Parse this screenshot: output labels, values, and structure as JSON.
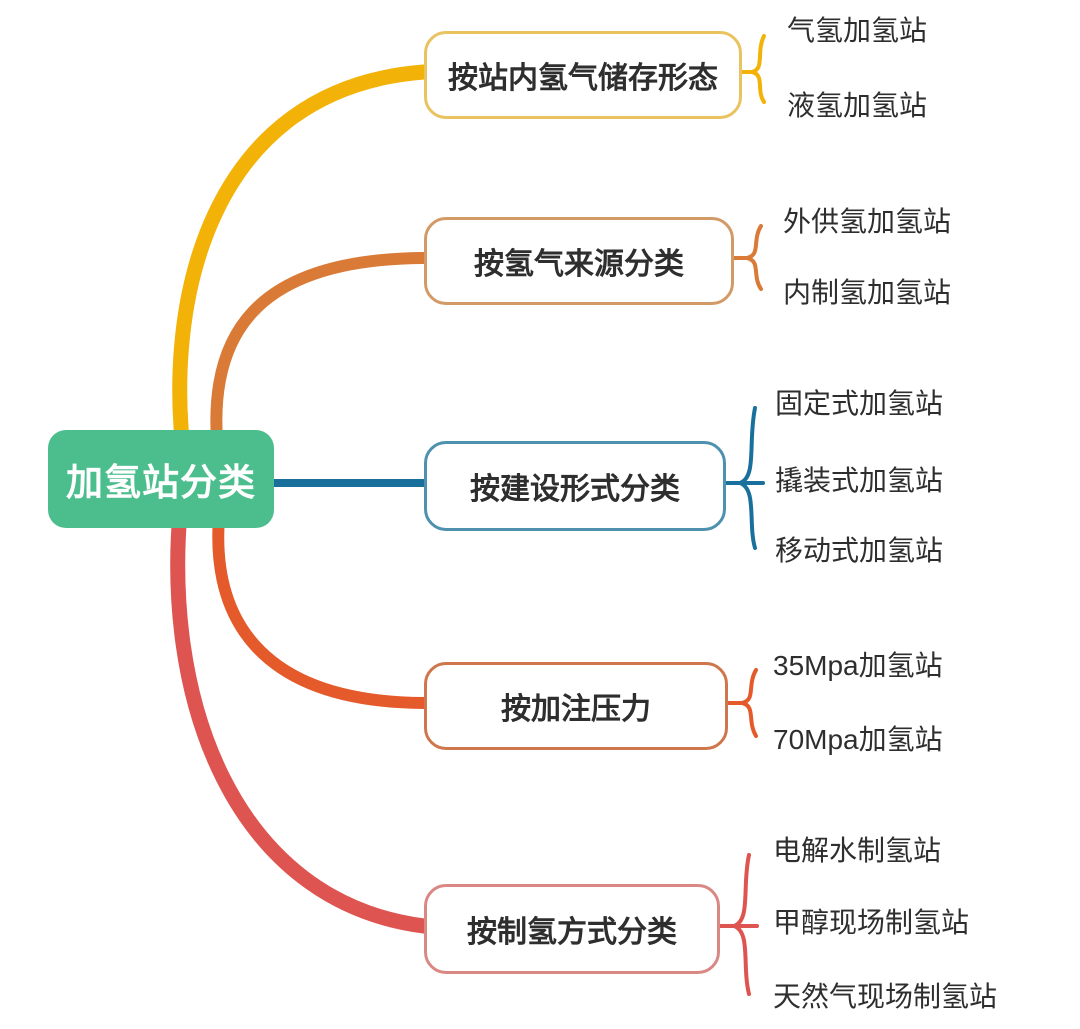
{
  "root": {
    "label": "加氢站分类",
    "color": "#4CBE8D",
    "text_color": "#FFFFFF"
  },
  "canvas": {
    "background": "#FFFFFF",
    "text_color": "#2E2E2E"
  },
  "branches": [
    {
      "label": "按站内氢气储存形态",
      "line_color": "#F2B208",
      "border_color": "#E9C35F",
      "children": [
        "气氢加氢站",
        "液氢加氢站"
      ]
    },
    {
      "label": "按氢气来源分类",
      "line_color": "#DA7A37",
      "border_color": "#D29A67",
      "children": [
        "外供氢加氢站",
        "内制氢加氢站"
      ]
    },
    {
      "label": "按建设形式分类",
      "line_color": "#1A709D",
      "border_color": "#4E91AF",
      "children": [
        "固定式加氢站",
        "撬装式加氢站",
        "移动式加氢站"
      ]
    },
    {
      "label": "按加注压力",
      "line_color": "#E45A2B",
      "border_color": "#D0764C",
      "children": [
        "35Mpa加氢站",
        "70Mpa加氢站"
      ]
    },
    {
      "label": "按制氢方式分类",
      "line_color": "#DE5450",
      "border_color": "#D98883",
      "children": [
        "电解水制氢站",
        "甲醇现场制氢站",
        "天然气现场制氢站"
      ]
    }
  ]
}
